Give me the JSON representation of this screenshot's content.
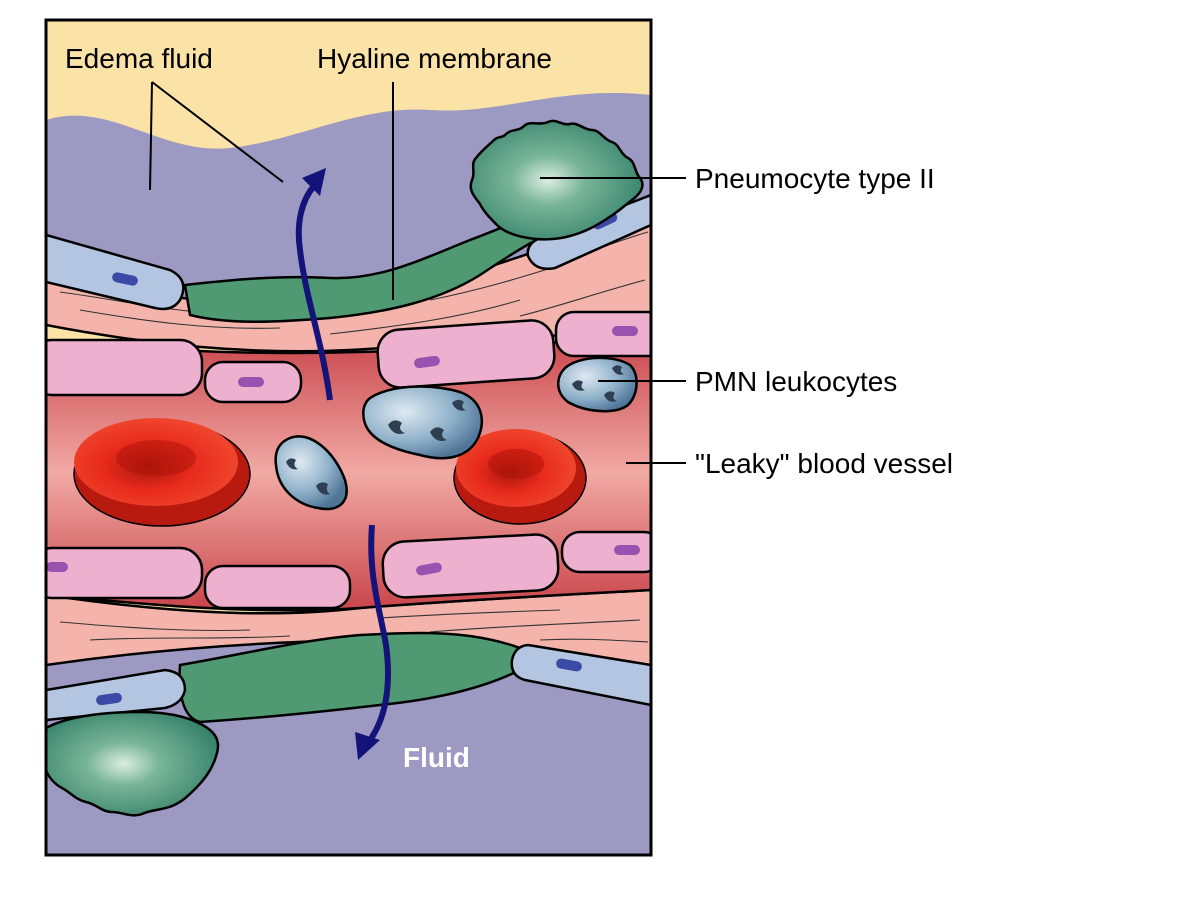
{
  "labels": {
    "edema_fluid": "Edema fluid",
    "hyaline_membrane": "Hyaline membrane",
    "pneumocyte_type_ii": "Pneumocyte type II",
    "pmn_leukocytes": "PMN leukocytes",
    "leaky_blood_vessel": "\"Leaky\" blood vessel",
    "fluid": "Fluid"
  },
  "colors": {
    "edema_fluid": "#fbe3a7",
    "alveolar_space": "#9c9ac2",
    "basement_membrane": "#f5b4ab",
    "hyaline_membrane": "#4f9a72",
    "endothelial_cell": "#eeb0cf",
    "endothelial_nucleus": "#9a52b0",
    "type_i_pneumocyte": "#b3c5e0",
    "type_i_nucleus": "#3a4aa6",
    "pneumocyte_type_ii": "#3e8a70",
    "vessel_lumen": "#d54f53",
    "red_blood_cell": "#e32418",
    "pmn_leukocyte": "#6a8fae",
    "fluid_arrow": "#13137a"
  }
}
